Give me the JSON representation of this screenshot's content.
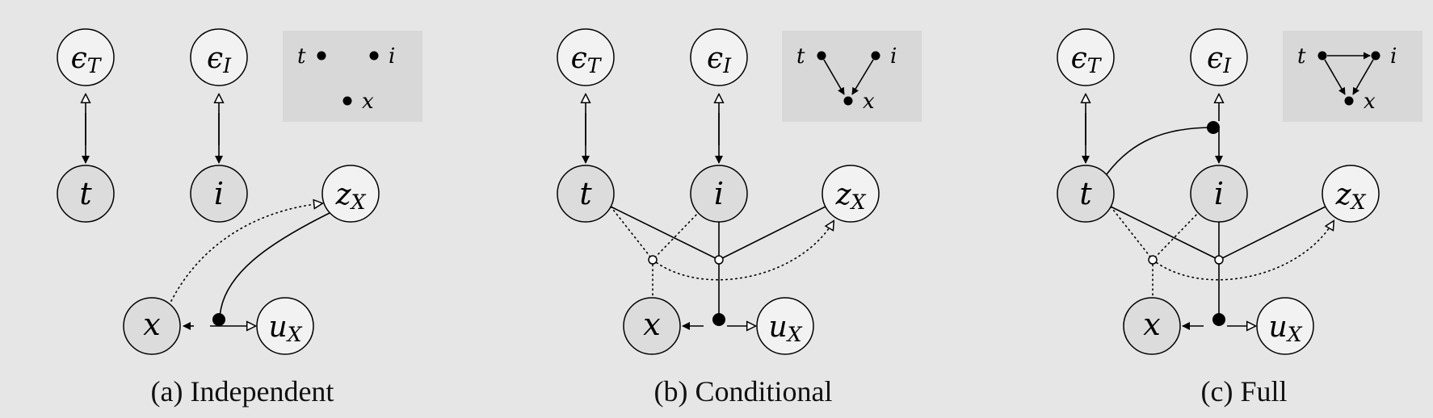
{
  "panels": [
    {
      "caption": "(a) Independent",
      "nodes": {
        "epsT": "ϵ",
        "epsT_sub": "T",
        "epsI": "ϵ",
        "epsI_sub": "I",
        "t": "t",
        "i": "i",
        "z": "z",
        "z_sub": "X",
        "x": "x",
        "u": "u",
        "u_sub": "X"
      },
      "inset": {
        "t": "t",
        "i": "i",
        "x": "x"
      }
    },
    {
      "caption": "(b) Conditional",
      "nodes": {
        "epsT": "ϵ",
        "epsT_sub": "T",
        "epsI": "ϵ",
        "epsI_sub": "I",
        "t": "t",
        "i": "i",
        "z": "z",
        "z_sub": "X",
        "x": "x",
        "u": "u",
        "u_sub": "X"
      },
      "inset": {
        "t": "t",
        "i": "i",
        "x": "x"
      }
    },
    {
      "caption": "(c) Full",
      "nodes": {
        "epsT": "ϵ",
        "epsT_sub": "T",
        "epsI": "ϵ",
        "epsI_sub": "I",
        "t": "t",
        "i": "i",
        "z": "z",
        "z_sub": "X",
        "x": "x",
        "u": "u",
        "u_sub": "X"
      },
      "inset": {
        "t": "t",
        "i": "i",
        "x": "x"
      }
    }
  ]
}
